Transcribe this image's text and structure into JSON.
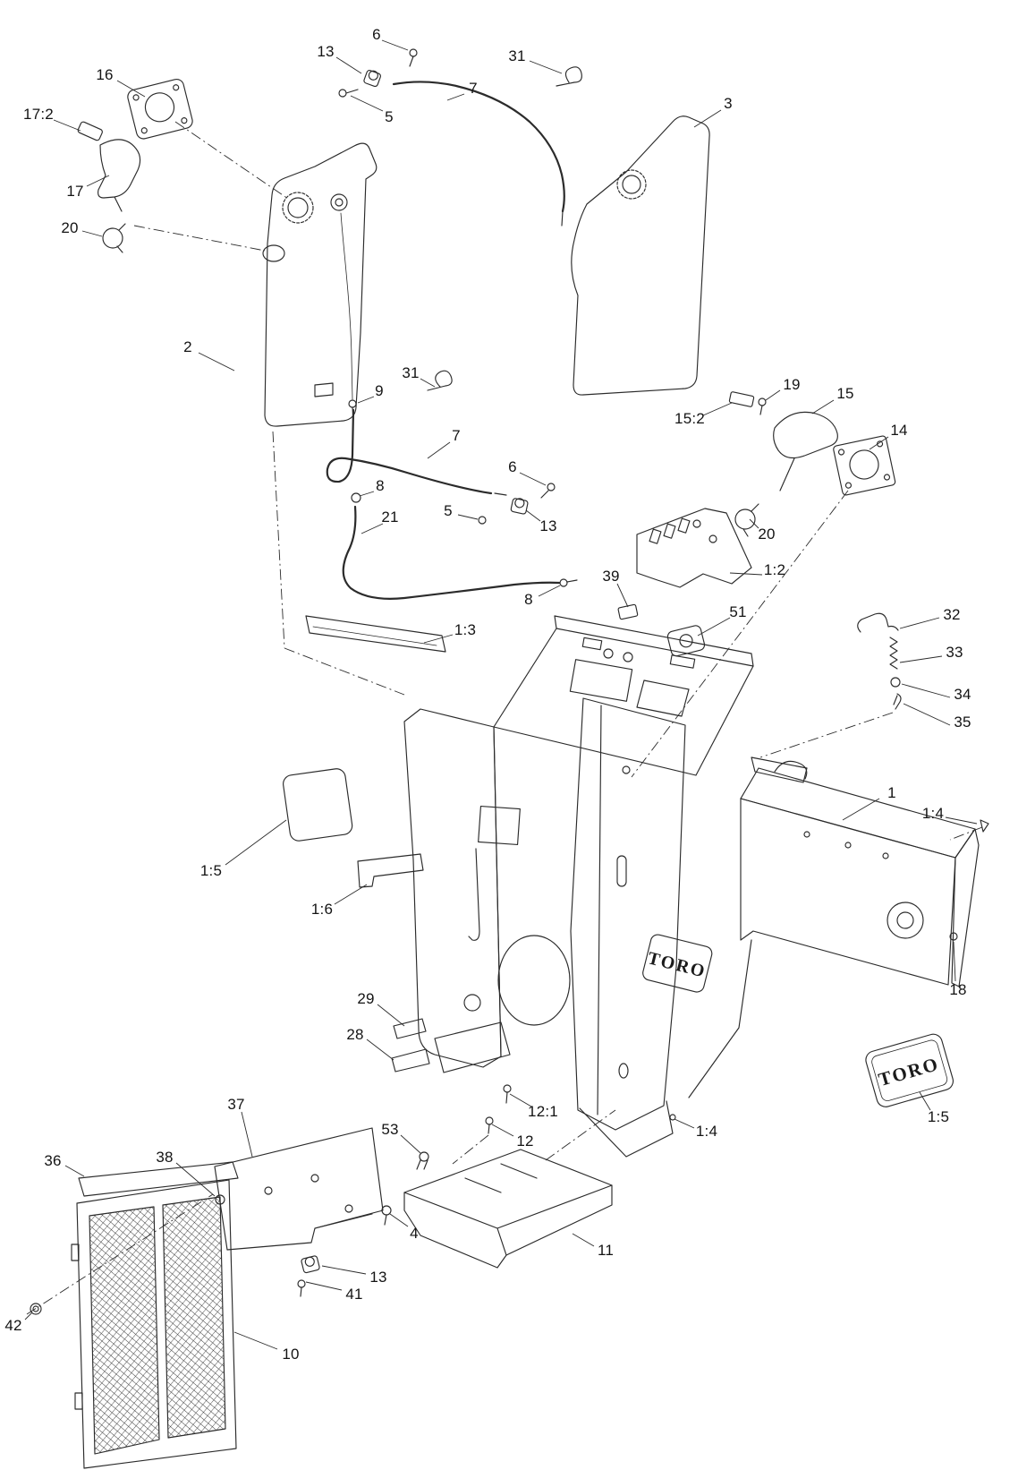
{
  "brand": {
    "logo_frame": "TORO",
    "logo_decal": "TORO"
  },
  "callouts": [
    {
      "label": "16"
    },
    {
      "label": "6"
    },
    {
      "label": "13"
    },
    {
      "label": "31"
    },
    {
      "label": "7"
    },
    {
      "label": "5"
    },
    {
      "label": "3"
    },
    {
      "label": "17:2"
    },
    {
      "label": "17"
    },
    {
      "label": "20"
    },
    {
      "label": "2"
    },
    {
      "label": "31"
    },
    {
      "label": "9"
    },
    {
      "label": "7"
    },
    {
      "label": "6"
    },
    {
      "label": "8"
    },
    {
      "label": "5"
    },
    {
      "label": "13"
    },
    {
      "label": "21"
    },
    {
      "label": "8"
    },
    {
      "label": "39"
    },
    {
      "label": "51"
    },
    {
      "label": "1:2"
    },
    {
      "label": "19"
    },
    {
      "label": "15:2"
    },
    {
      "label": "15"
    },
    {
      "label": "14"
    },
    {
      "label": "20"
    },
    {
      "label": "32"
    },
    {
      "label": "33"
    },
    {
      "label": "34"
    },
    {
      "label": "35"
    },
    {
      "label": "1:3"
    },
    {
      "label": "1:5"
    },
    {
      "label": "1:6"
    },
    {
      "label": "1"
    },
    {
      "label": "1:4"
    },
    {
      "label": "18"
    },
    {
      "label": "29"
    },
    {
      "label": "28"
    },
    {
      "label": "12:1"
    },
    {
      "label": "12"
    },
    {
      "label": "1:4"
    },
    {
      "label": "1:5"
    },
    {
      "label": "37"
    },
    {
      "label": "53"
    },
    {
      "label": "36"
    },
    {
      "label": "38"
    },
    {
      "label": "4"
    },
    {
      "label": "11"
    },
    {
      "label": "13"
    },
    {
      "label": "41"
    },
    {
      "label": "42"
    },
    {
      "label": "10"
    }
  ]
}
